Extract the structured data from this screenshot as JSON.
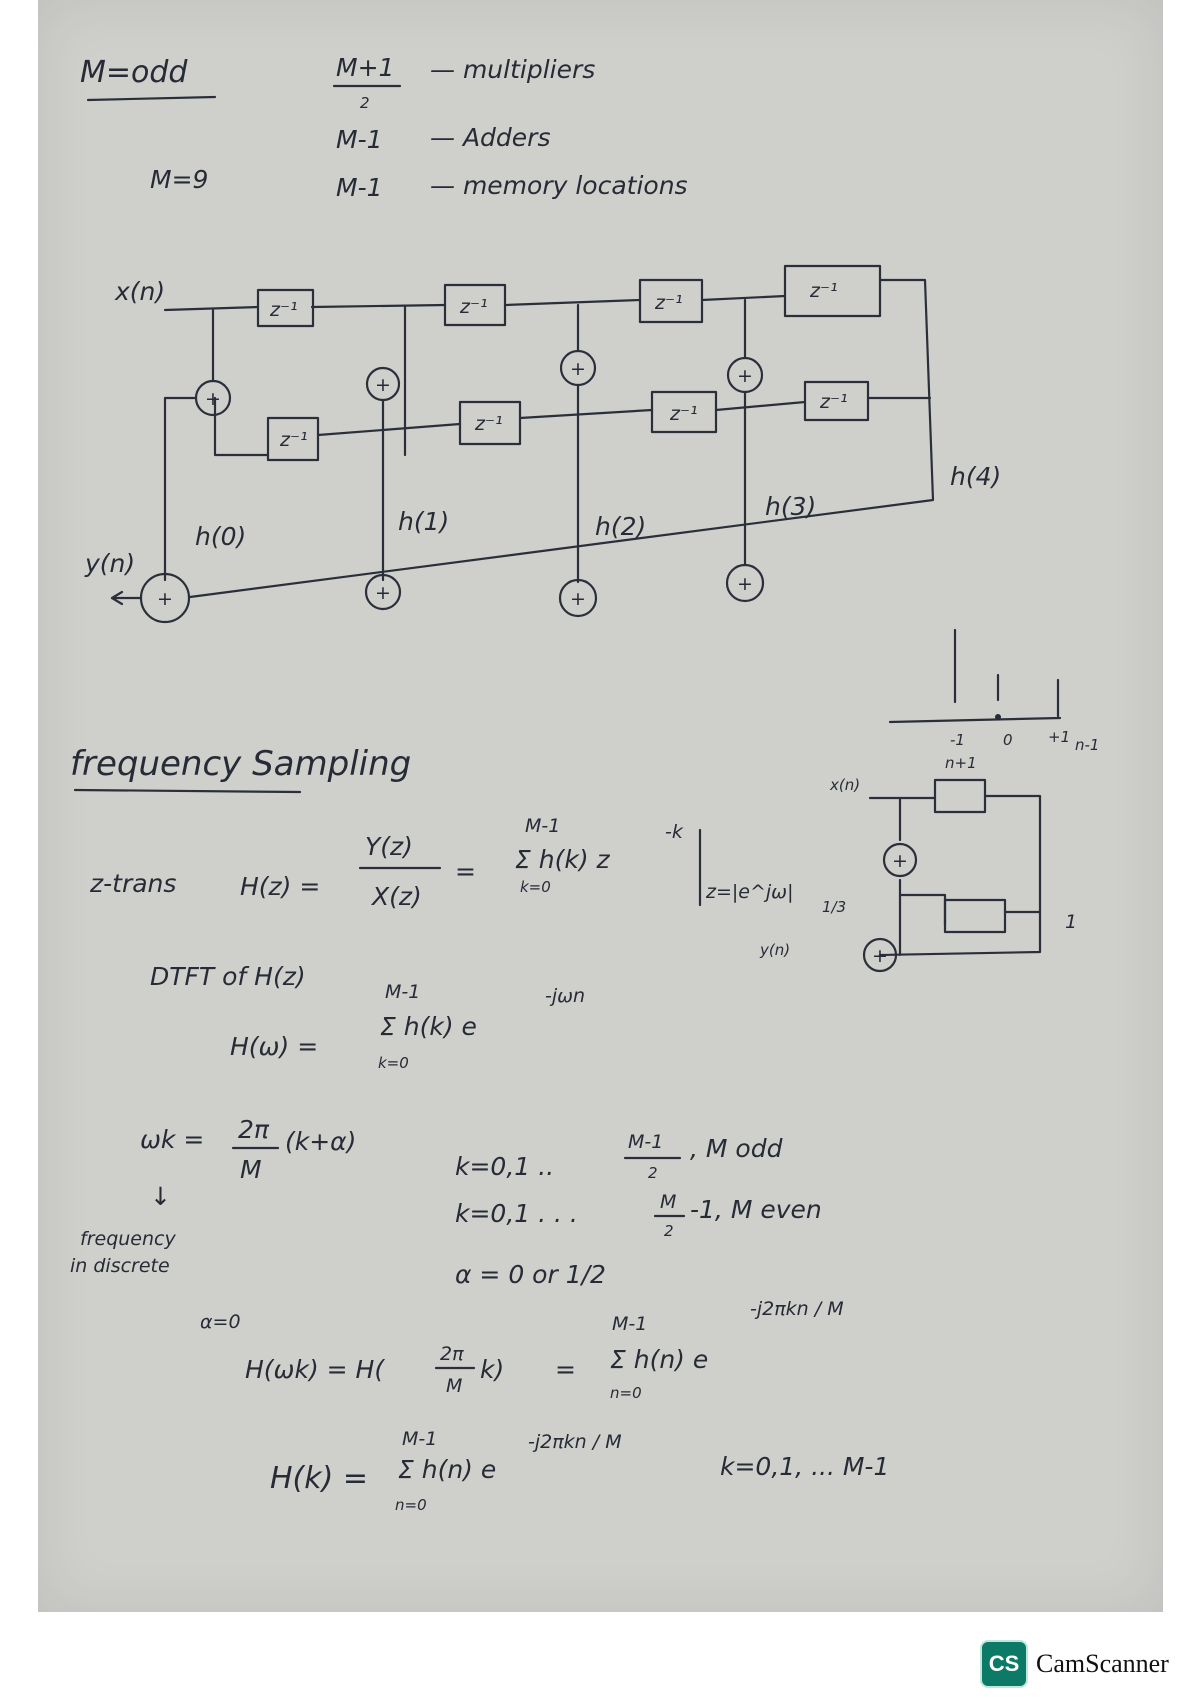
{
  "header": {
    "m_odd": "M=odd",
    "m_value": "M=9",
    "mult_frac_top": "M+1",
    "mult_frac_bottom": "2",
    "mult_label": "— multipliers",
    "adders_expr": "M-1",
    "adders_label": "— Adders",
    "memory_expr": "M-1",
    "memory_label": "— memory locations"
  },
  "diagram": {
    "input": "x(n)",
    "output": "y(n)",
    "delay": "z⁻¹",
    "adder": "+",
    "coeffs": [
      "h(0)",
      "h(1)",
      "h(2)",
      "h(3)",
      "h(4)"
    ]
  },
  "small_plot": {
    "ticks": [
      "-1",
      "0",
      "+1"
    ],
    "left_top": "n+1",
    "right_label": "n-1"
  },
  "small_diagram": {
    "input": "x(n)",
    "output": "y(n)",
    "gain": "1/3",
    "side": "1",
    "adder": "+"
  },
  "section": {
    "title": "frequency Sampling"
  },
  "equations": {
    "ztrans_label": "z-trans",
    "h_z": "H(z) =",
    "y_z": "Y(z)",
    "x_z": "X(z)",
    "eq": "=",
    "sum_top_1": "M-1",
    "sum_body_1": "Σ h(k) z",
    "sum_exp_1": "-k",
    "sum_bottom_1": "k=0",
    "eval_at": "z=|e^jω|",
    "dtft_label": "DTFT of H(z)",
    "h_w": "H(ω) =",
    "sum_top_2": "M-1",
    "sum_body_2": "Σ h(k) e",
    "sum_exp_2": "-jωn",
    "sum_bottom_2": "k=0",
    "wk_lhs": "ωk =",
    "wk_num": "2π",
    "wk_den": "M",
    "wk_rest": "(k+α)",
    "arrow": "↓",
    "freq_note_1": "frequency",
    "freq_note_2": "in discrete",
    "k_range_odd": "k=0,1 ..",
    "k_odd_frac_top": "M-1",
    "k_odd_frac_bottom": "2",
    "k_odd_tail": ", M odd",
    "k_range_even": "k=0,1 . . .",
    "k_even_frac_top": "M",
    "k_even_frac_bottom": "2",
    "k_even_tail": "-1, M even",
    "alpha": "α = 0 or 1/2",
    "alpha_zero": "α=0",
    "hwk_lhs": "H(ωk) = H(",
    "hwk_num": "2π",
    "hwk_den": "M",
    "hwk_k": "k)",
    "sum_top_3": "M-1",
    "sum_body_3": "Σ h(n) e",
    "sum_exp_3": "-j2πkn / M",
    "sum_bottom_3": "n=0",
    "hk_lhs": "H(k) =",
    "sum_top_4": "M-1",
    "sum_body_4": "Σ h(n) e",
    "sum_exp_4": "-j2πkn / M",
    "sum_bottom_4": "n=0",
    "hk_range": "k=0,1, ... M-1"
  },
  "footer": {
    "badge": "CS",
    "brand": "CamScanner"
  }
}
